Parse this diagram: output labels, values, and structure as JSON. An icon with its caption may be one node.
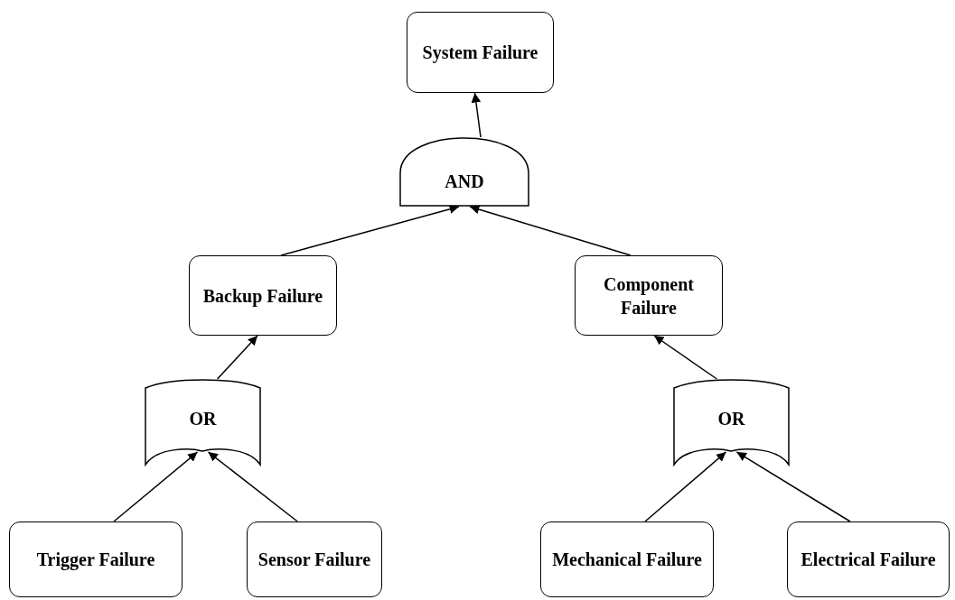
{
  "diagram": {
    "nodes": [
      {
        "text": [
          "System Failure"
        ]
      },
      {
        "text": [
          "AND"
        ]
      },
      {
        "text": [
          "Backup Failure"
        ]
      },
      {
        "text": [
          "Component Failure"
        ]
      },
      {
        "text": [
          "OR"
        ]
      },
      {
        "text": [
          "OR"
        ]
      },
      {
        "text": [
          "Trigger Failure"
        ]
      },
      {
        "text": [
          "Sensor Failure"
        ]
      },
      {
        "text": [
          "Mechanical Failure"
        ]
      },
      {
        "text": [
          "Electrical Failure"
        ]
      }
    ],
    "edges": [
      {
        "from": 1,
        "to": 0,
        "arrow": "to"
      },
      {
        "from": 2,
        "to": 1,
        "arrow": "to"
      },
      {
        "from": 3,
        "to": 1,
        "arrow": "to"
      },
      {
        "from": 4,
        "to": 2,
        "arrow": "to"
      },
      {
        "from": 5,
        "to": 3,
        "arrow": "to"
      },
      {
        "from": 6,
        "to": 4,
        "arrow": "to"
      },
      {
        "from": 7,
        "to": 4,
        "arrow": "to"
      },
      {
        "from": 8,
        "to": 5,
        "arrow": "to"
      },
      {
        "from": 9,
        "to": 5,
        "arrow": "to"
      }
    ]
  }
}
